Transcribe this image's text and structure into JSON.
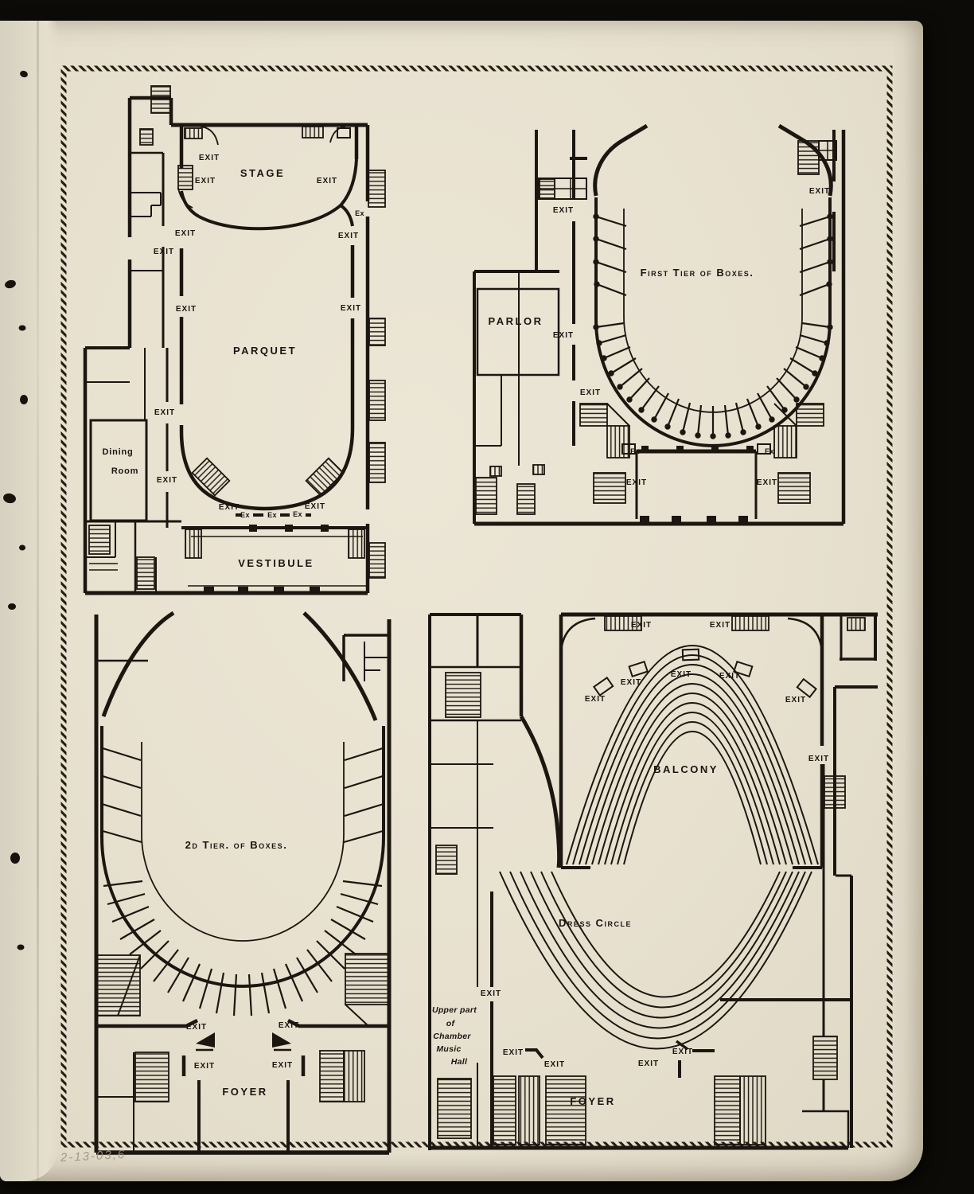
{
  "page": {
    "handwritten_note": "2-13-03,6",
    "colors": {
      "paper": "#e8e1d0",
      "ink": "#1c1610",
      "photo_background": "#0d0b08",
      "pencil": "#9d9480"
    }
  },
  "labels": {
    "exit": "EXIT",
    "ex": "Ex"
  },
  "plans": {
    "parquet_level": {
      "stage": "STAGE",
      "parquet": "PARQUET",
      "dining_line1": "Dining",
      "dining_line2": "Room",
      "vestibule": "VESTIBULE"
    },
    "first_tier": {
      "title": "First Tier of Boxes.",
      "parlor": "PARLOR"
    },
    "second_tier": {
      "title": "2d Tier. of Boxes.",
      "foyer": "FOYER"
    },
    "balcony_level": {
      "balcony": "BALCONY",
      "dress_circle": "Dress Circle",
      "foyer": "FOYER",
      "chamber_note": [
        "Upper part",
        "of",
        "Chamber",
        "Music",
        "Hall"
      ]
    }
  }
}
